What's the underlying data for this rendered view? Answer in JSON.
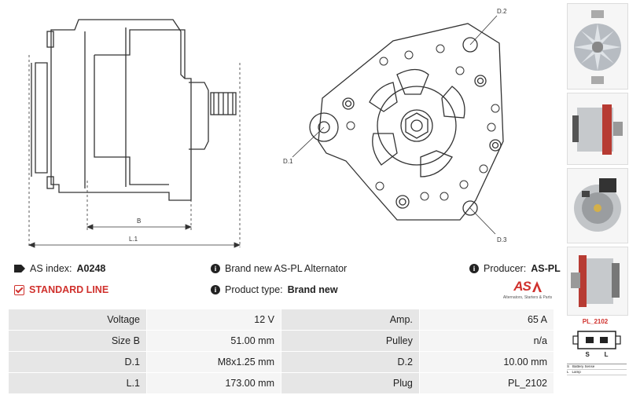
{
  "drawing_labels": {
    "d1": "D.1",
    "d2": "D.2",
    "d3": "D.3",
    "b": "B",
    "l1": "L.1"
  },
  "info": {
    "as_index_label": "AS index:",
    "as_index_value": "A0248",
    "standard_line": "STANDARD LINE",
    "brand_new_text": "Brand new AS-PL Alternator",
    "product_type_label": "Product type:",
    "product_type_value": "Brand new",
    "producer_label": "Producer:",
    "producer_value": "AS-PL"
  },
  "logo": {
    "text": "AS",
    "tagline": "Alternators, Starters & Parts",
    "color": "#d0312d"
  },
  "specs": [
    {
      "l1": "Voltage",
      "v1": "12 V",
      "l2": "Amp.",
      "v2": "65 A"
    },
    {
      "l1": "Size B",
      "v1": "51.00 mm",
      "l2": "Pulley",
      "v2": "n/a"
    },
    {
      "l1": "D.1",
      "v1": "M8x1.25 mm",
      "l2": "D.2",
      "v2": "10.00 mm"
    },
    {
      "l1": "L.1",
      "v1": "173.00 mm",
      "l2": "Plug",
      "v2": "PL_2102"
    }
  ],
  "plug": {
    "code": "PL_2102",
    "terminal_s": "S",
    "terminal_l": "L",
    "legend_s": "Battery Sense",
    "legend_l": "Lamp"
  }
}
